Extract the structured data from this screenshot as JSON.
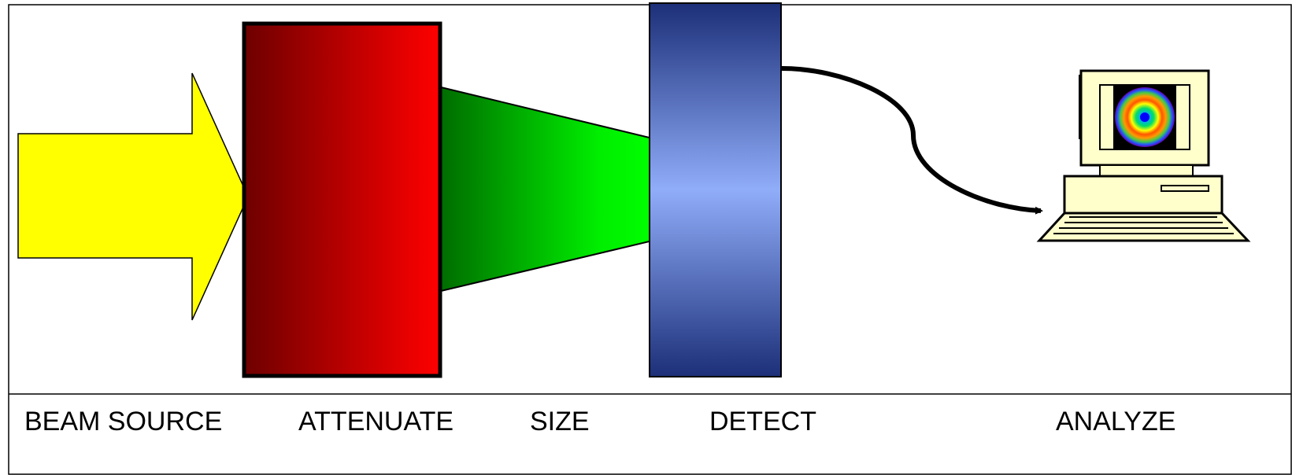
{
  "stages": [
    {
      "id": "beam-source",
      "label": "BEAM SOURCE"
    },
    {
      "id": "attenuate",
      "label": "ATTENUATE"
    },
    {
      "id": "size",
      "label": "SIZE"
    },
    {
      "id": "detect",
      "label": "DETECT"
    },
    {
      "id": "analyze",
      "label": "ANALYZE"
    }
  ],
  "colors": {
    "beam_arrow": "#ffff00",
    "attenuator_dark": "#6e0000",
    "attenuator_light": "#ff0000",
    "beam_cone_dark": "#006a00",
    "beam_cone_light": "#00ff00",
    "detector_dark": "#1c2f78",
    "detector_light": "#8eaaf8",
    "computer_body": "#ffffcc"
  },
  "icons": {
    "computer": "computer-icon",
    "beam_profile": "beam-profile-icon",
    "signal_cable": "curved-arrow-icon"
  }
}
